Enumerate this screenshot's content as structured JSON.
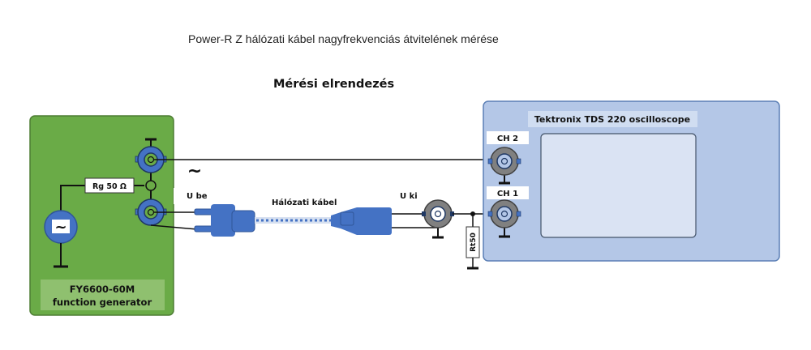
{
  "title": "Power-R Z hálózati kábel nagyfrekvenciás átvitelének mérése",
  "subtitle": "Mérési elrendezés",
  "generator": {
    "resistor_label": "Rg 50 Ω",
    "source_symbol": "~",
    "name_line1": "FY6600-60M",
    "name_line2": "function generator",
    "color": "#6aab47"
  },
  "signal_symbol": "~",
  "input_label": "U be",
  "cable_label": "Hálózati kábel",
  "output_label": "U ki",
  "termination_label": "Rt50",
  "oscilloscope": {
    "name": "Tektronix TDS 220 oscilloscope",
    "ch2_label": "CH 2",
    "ch1_label": "CH 1",
    "color": "#b4c7e7"
  },
  "colors": {
    "bnc_blue": "#4472c4",
    "bnc_gray": "#808080",
    "plug_blue": "#4472c4"
  }
}
